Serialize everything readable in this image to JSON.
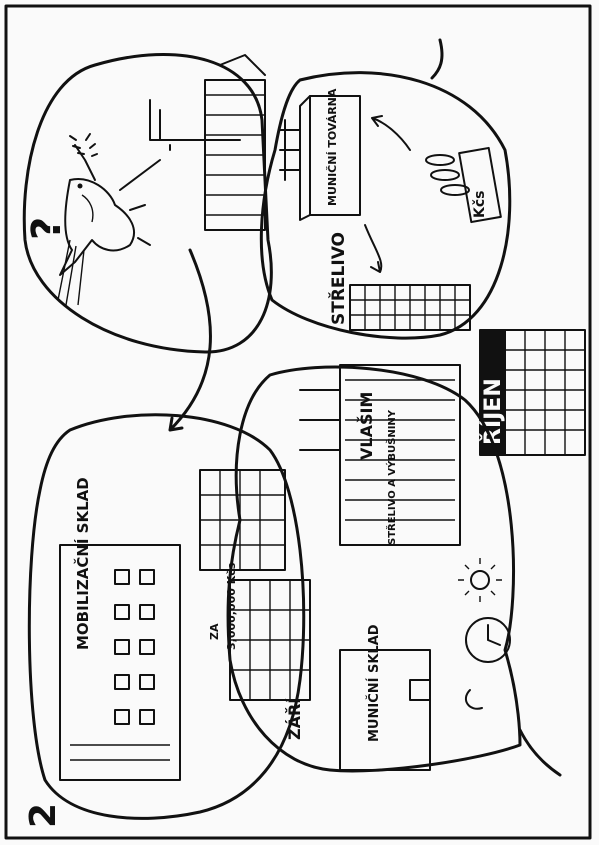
{
  "panel_number": "2",
  "labels": {
    "question_mark": "?",
    "ammo_factory": "MUNIČNÍ TOVÁRNA",
    "ammo": "STŘELIVO",
    "money": "Kčs",
    "month": "ŘÍJEN",
    "vlasim_title": "VLAŠIM",
    "vlasim_sub": "STŘELIVO A VÝBUŠNINY",
    "price_prefix": "ZA",
    "price_value": "3,000,000 Kčs",
    "mobil_warehouse": "MOBILIZAČNÍ SKLAD",
    "september": "ZÁŘÍ",
    "ammo_warehouse": "MUNIČNÍ SKLAD"
  },
  "colors": {
    "ink": "#111111",
    "paper": "#fafafa"
  }
}
